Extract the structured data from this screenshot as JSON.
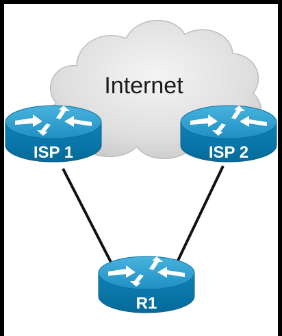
{
  "cloud": {
    "label": "Internet"
  },
  "routers": [
    {
      "id": "isp1",
      "label": "ISP 1"
    },
    {
      "id": "isp2",
      "label": "ISP 2"
    },
    {
      "id": "r1",
      "label": "R1"
    }
  ],
  "links": [
    {
      "from": "ISP 1",
      "to": "R1"
    },
    {
      "from": "ISP 2",
      "to": "R1"
    }
  ],
  "colors": {
    "router_body": "#0a7bb0",
    "router_top": "#2f9ccc",
    "router_dark": "#075b86",
    "cloud_fill": "#e2e2e2",
    "link": "#111111"
  }
}
